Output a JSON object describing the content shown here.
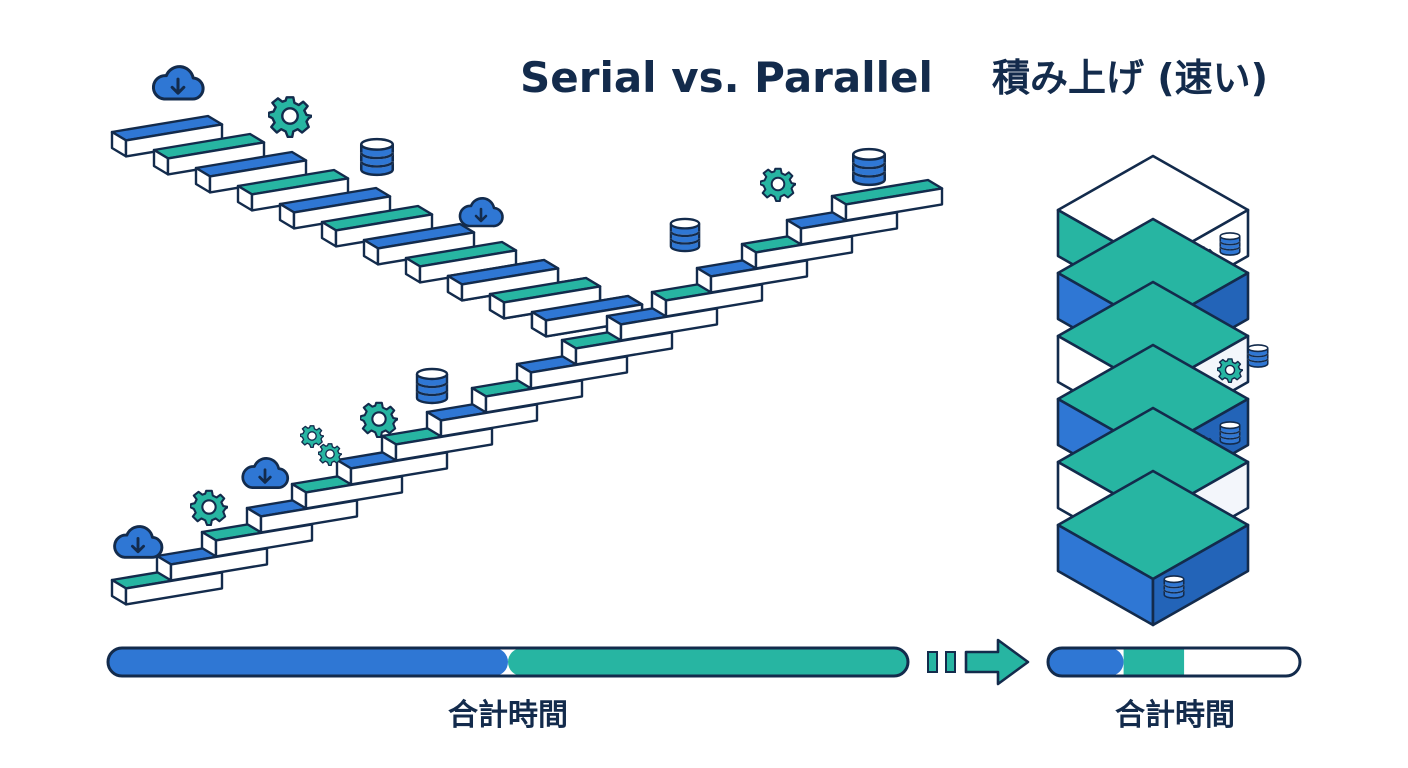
{
  "titles": {
    "serial": "Serial vs. Parallel",
    "parallel": "積み上げ (速い)"
  },
  "captions": {
    "serial_total": "合計時間",
    "parallel_total": "合計時間"
  },
  "timelines": {
    "serial": {
      "blue_fraction": 0.5,
      "teal_fraction": 0.5
    },
    "parallel": {
      "blue_fraction": 0.3,
      "teal_fraction": 0.24
    }
  },
  "colors": {
    "navy": "#132b4c",
    "blue": "#2f77d4",
    "teal": "#27b5a2",
    "white": "#ffffff"
  },
  "icons": [
    "cloud-download-icon",
    "gear-icon",
    "database-icon"
  ],
  "stack_layers": [
    {
      "color": "white",
      "icons": [
        "cloud-download-icon",
        "gear-icon",
        "database-icon"
      ]
    },
    {
      "color": "blue",
      "icons": []
    },
    {
      "color": "white",
      "icons": [
        "cloud-download-icon",
        "cloud-download-icon",
        "gear-icon",
        "database-icon"
      ]
    },
    {
      "color": "blue",
      "icons": [
        "cloud-download-icon",
        "gear-icon",
        "database-icon"
      ]
    },
    {
      "color": "white",
      "icons": [
        "cloud-download-icon"
      ]
    },
    {
      "color": "blue",
      "icons": [
        "database-icon"
      ]
    }
  ]
}
